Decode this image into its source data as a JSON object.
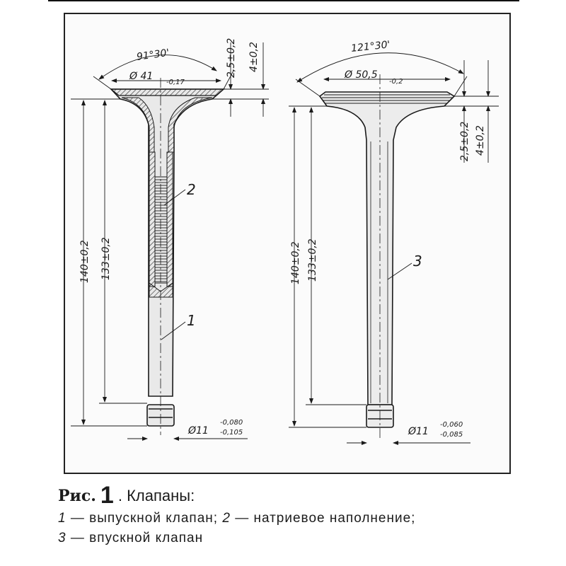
{
  "figure": {
    "callouts": {
      "exhaust": "1",
      "sodium": "2",
      "intake": "3"
    },
    "exhaust_valve": {
      "seat_angle": "91°30'",
      "head_diameter": {
        "main": "Ø 41",
        "tol": "-0,17"
      },
      "stem_diameter": {
        "main": "Ø11",
        "tol_upper": "-0,080",
        "tol_lower": "-0,105"
      },
      "overall_length": "140±0,2",
      "length_to_seat": "133±0,2",
      "margin_height": "2,5±0,2",
      "head_height": "4±0,2"
    },
    "intake_valve": {
      "seat_angle": "121°30'",
      "head_diameter": {
        "main": "Ø 50,5",
        "tol": "-0,2"
      },
      "stem_diameter": {
        "main": "Ø11",
        "tol_upper": "-0,060",
        "tol_lower": "-0,085"
      },
      "overall_length": "140±0,2",
      "length_to_seat": "133±0,2",
      "margin_height": "2,5±0,2",
      "head_height": "4±0,2"
    }
  },
  "caption": {
    "label": "Рис.",
    "number": "1",
    "title": ". Клапаны:",
    "items": [
      {
        "num": "1",
        "text": "— выпускной клапан;"
      },
      {
        "num": "2",
        "text": "— натриевое наполнение;"
      },
      {
        "num": "3",
        "text": "— впускной клапан"
      }
    ]
  }
}
